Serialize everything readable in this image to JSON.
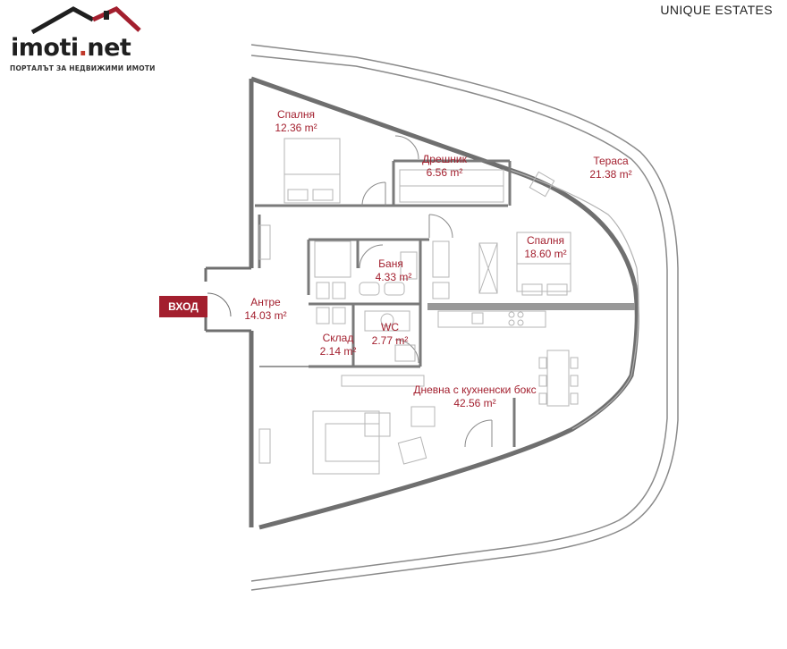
{
  "logo": {
    "word": "imoti",
    "dot": ".",
    "suffix": "net",
    "tagline": "ПОРТАЛЪТ ЗА НЕДВИЖИМИ ИМОТИ"
  },
  "brand": "UNIQUE ESTATES",
  "entrance": "ВХОД",
  "rooms": {
    "bedroom1": {
      "name": "Спалня",
      "area": "12.36 m²"
    },
    "closet": {
      "name": "Дрешник",
      "area": "6.56 m²"
    },
    "terrace": {
      "name": "Тераса",
      "area": "21.38 m²"
    },
    "bedroom2": {
      "name": "Спалня",
      "area": "18.60 m²"
    },
    "bath": {
      "name": "Баня",
      "area": "4.33 m²"
    },
    "hall": {
      "name": "Антре",
      "area": "14.03 m²"
    },
    "wc": {
      "name": "WC",
      "area": "2.77 m²"
    },
    "storage": {
      "name": "Склад",
      "area": "2.14 m²"
    },
    "living": {
      "name": "Дневна с кухненски бокс",
      "area": "42.56 m²"
    }
  },
  "colors": {
    "label": "#a31f2e",
    "wall": "#7a7a7a",
    "furniture": "#b5b5b5",
    "accent_roof": "#a31f2e"
  }
}
